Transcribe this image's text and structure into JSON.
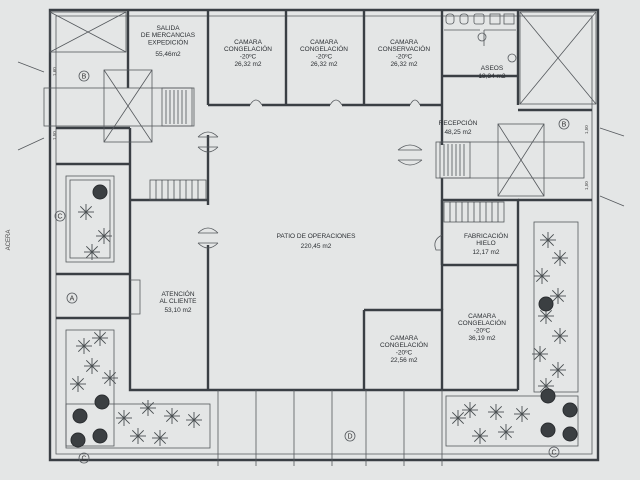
{
  "side_label": "ACERA",
  "rooms": {
    "salida": {
      "name": "SALIDA\nDE MERCANCIAS\nEXPEDICIÓN",
      "area": "55,46m2"
    },
    "cam1": {
      "name": "CAMARA\nCONGELACIÓN\n-20ºC",
      "area": "26,32 m2"
    },
    "cam2": {
      "name": "CAMARA\nCONGELACIÓN\n-20ºC",
      "area": "26,32 m2"
    },
    "cam3": {
      "name": "CAMARA\nCONSERVACIÓN\n-20ºC",
      "area": "26,32 m2"
    },
    "aseos": {
      "name": "ASEOS",
      "area": "18,34 m2"
    },
    "recepcion": {
      "name": "RECEPCIÓN",
      "area": "48,25 m2"
    },
    "patio": {
      "name": "PATIO DE OPERACIONES",
      "area": "220,45 m2"
    },
    "hielo": {
      "name": "FABRICACIÓN\nHIELO",
      "area": "12,17 m2"
    },
    "atencion": {
      "name": "ATENCIÓN\nAL CLIENTE",
      "area": "53,10 m2"
    },
    "cam4": {
      "name": "CAMARA\nCONGELACIÓN\n-20ºC",
      "area": "22,56 m2"
    },
    "cam5": {
      "name": "CAMARA\nCONGELACIÓN\n-20ºC",
      "area": "36,19 m2"
    }
  },
  "markers": {
    "b_left": "B",
    "b_right": "B",
    "c_left": "C",
    "a_left": "A",
    "c_bottom_left": "C",
    "c_bottom_right": "C",
    "d_bottom": "D"
  },
  "dimensions": {
    "left_top": "1,60",
    "left_mid": "1,50",
    "right_top": "1,50",
    "right_mid": "1,50"
  }
}
